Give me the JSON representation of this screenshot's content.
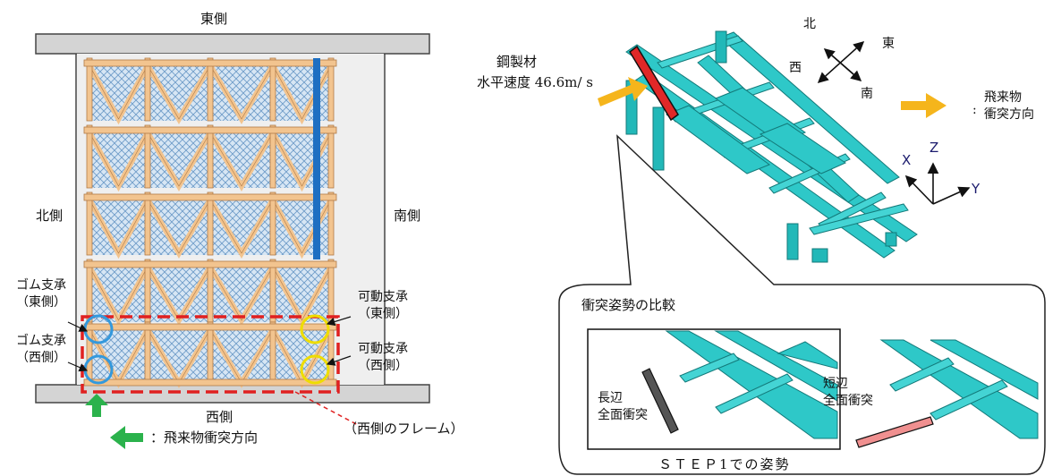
{
  "left_diagram": {
    "east_label": "東側",
    "west_label": "西側",
    "north_label": "北側",
    "south_label": "南側",
    "rubber_bearing_east": [
      "ゴム支承",
      "（東側）"
    ],
    "rubber_bearing_west": [
      "ゴム支承",
      "（西側）"
    ],
    "movable_bearing_east": [
      "可動支承",
      "（東側）"
    ],
    "movable_bearing_west": [
      "可動支承",
      "（西側）"
    ],
    "west_frame_label": "（西側のフレーム）",
    "legend_impact_direction": "：飛来物衝突方向",
    "colors": {
      "member": "#f2c48f",
      "member_edge": "#b07a45",
      "panel": "#cfe1f2",
      "slab": "#d4d4d4",
      "impact_arrow": "#2bb24c",
      "rubber_circle": "#3399dd",
      "movable_circle": "#eedd00",
      "frame_box": "#e02020"
    }
  },
  "right_diagram": {
    "missile_label": [
      "鋼製材",
      "水平速度 46.6m/ s"
    ],
    "compass": {
      "north": "北",
      "east": "東",
      "west": "西",
      "south": "南"
    },
    "legend_arrow_text": [
      "飛来物",
      "衝突方向"
    ],
    "legend_colon": ":",
    "axes": {
      "x": "X",
      "y": "Y",
      "z": "Z"
    },
    "comparison_title": "衝突姿勢の比較",
    "long_side": [
      "長辺",
      "全面衝突"
    ],
    "short_side": [
      "短辺",
      "全面衝突"
    ],
    "step1_caption": "ＳＴＥＰ1での姿勢",
    "colors": {
      "structure": "#2ec8c8",
      "structure_edge": "#137a7a",
      "missile": "#e02828",
      "missile_long": "#555555",
      "missile_short": "#f09090",
      "impact_arrow": "#f5b51c",
      "axis": "#1c1c6e"
    }
  }
}
